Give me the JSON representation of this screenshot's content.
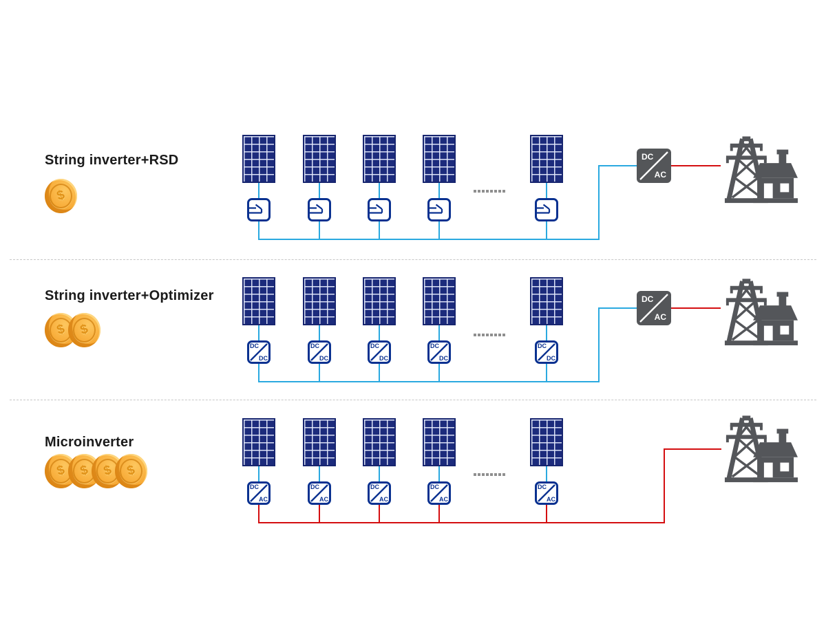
{
  "coin": {
    "symbol": "$"
  },
  "colors": {
    "dc_wire": "#2aa9e0",
    "ac_wire": "#d40e10",
    "panel_blue": "#1c2b7c",
    "device_blue": "#0a3190",
    "inverter_gray": "#545659",
    "grid_icon_gray": "#54565a",
    "coin_gold": "#f8ad3a",
    "separator_gray": "#c6c6c6"
  },
  "ellipsis": {
    "dot_count": 8
  },
  "rows": [
    {
      "title": "String inverter+RSD",
      "cost_coins": 1,
      "panel_count": 5,
      "module_device": {
        "kind": "rapid-shutdown-device",
        "top": "",
        "bottom": ""
      },
      "central_inverter": {
        "top": "DC",
        "bottom": "AC"
      },
      "output": "grid-and-house"
    },
    {
      "title": "String inverter+Optimizer",
      "cost_coins": 2,
      "panel_count": 5,
      "module_device": {
        "kind": "dc-dc-optimizer",
        "top": "DC",
        "bottom": "DC"
      },
      "central_inverter": {
        "top": "DC",
        "bottom": "AC"
      },
      "output": "grid-and-house"
    },
    {
      "title": "Microinverter",
      "cost_coins": 4,
      "panel_count": 5,
      "module_device": {
        "kind": "dc-ac-microinverter",
        "top": "DC",
        "bottom": "AC"
      },
      "central_inverter": null,
      "output": "grid-and-house"
    }
  ]
}
